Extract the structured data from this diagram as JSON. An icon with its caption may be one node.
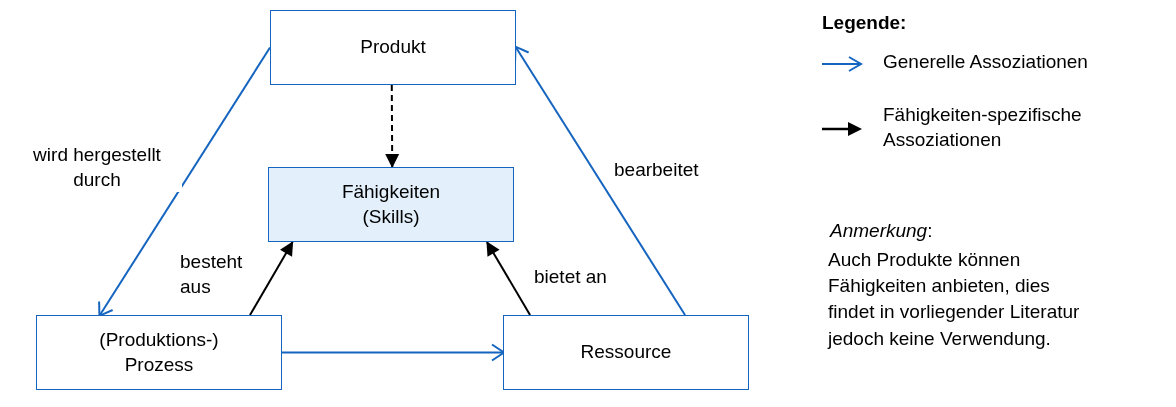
{
  "diagram": {
    "nodes": [
      {
        "text": [
          "Produkt"
        ]
      },
      {
        "text": [
          "Fähigkeiten (Skills)"
        ]
      },
      {
        "text": [
          "(Produktions-) Prozess"
        ]
      },
      {
        "text": [
          "Ressource"
        ]
      }
    ],
    "edges": [
      {
        "from": 0,
        "to": 2,
        "arrow": "to",
        "label": "wird hergestellt durch"
      },
      {
        "from": 0,
        "to": 1,
        "arrow": "to",
        "style": "dashed",
        "color": "#000000"
      },
      {
        "from": 2,
        "to": 1,
        "arrow": "to",
        "label": "besteht aus",
        "color": "#000000"
      },
      {
        "from": 3,
        "to": 1,
        "arrow": "to",
        "label": "bietet an",
        "color": "#000000"
      },
      {
        "from": 3,
        "to": 0,
        "arrow": "to",
        "label": "bearbeitet"
      },
      {
        "from": 2,
        "to": 3,
        "arrow": "to"
      }
    ],
    "labels": [
      "Legende:",
      "*Anmerkung*:",
      "Auch Produkte können Fähigkeiten anbieten, dies findet in vorliegender Literatur jedoch keine Verwendung."
    ],
    "legend": [
      {
        "text": "Generelle Assoziationen"
      },
      {
        "text": "Fähigkeiten-spezifische Assoziationen"
      }
    ]
  }
}
